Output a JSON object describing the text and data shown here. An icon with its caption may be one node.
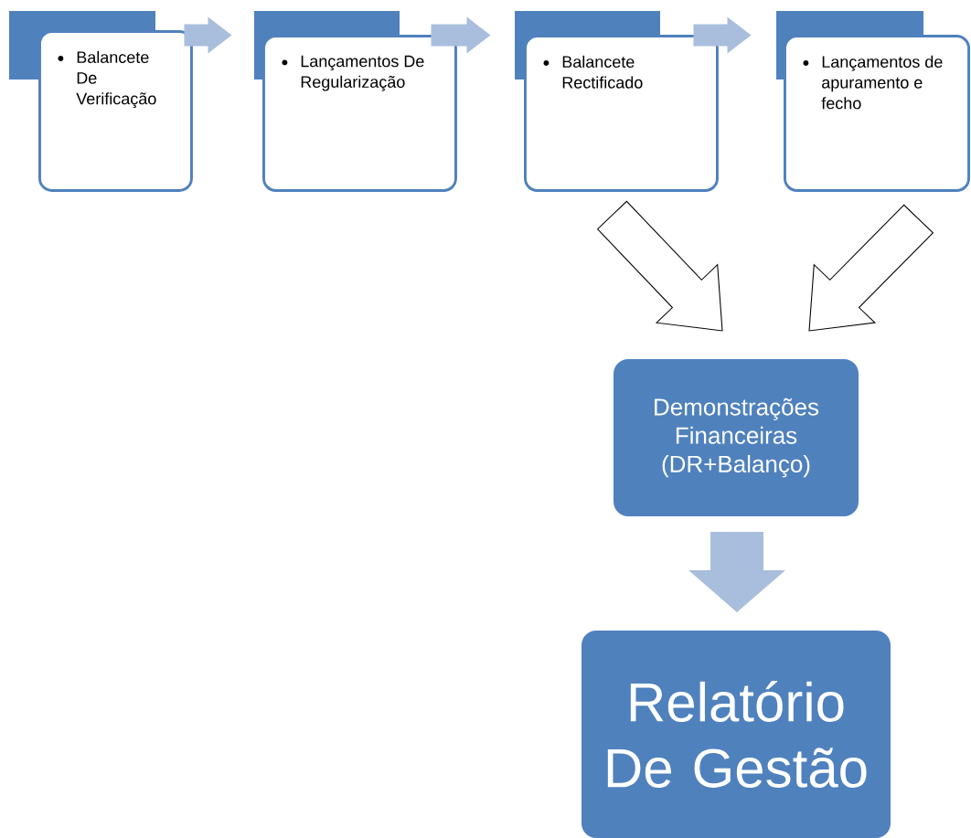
{
  "diagram": {
    "nodes": [
      {
        "text": [
          "Balancete De Verificação"
        ]
      },
      {
        "text": [
          "Lançamentos De Regularização"
        ]
      },
      {
        "text": [
          "Balancete Rectificado"
        ]
      },
      {
        "text": [
          "Lançamentos de apuramento e fecho"
        ]
      },
      {
        "text": [
          "Demonstrações Financeiras (DR+Balanço)"
        ]
      },
      {
        "text": [
          "Relatório De Gestão"
        ]
      }
    ],
    "edges": [
      {
        "from": 0,
        "to": 1,
        "arrow": "to"
      },
      {
        "from": 1,
        "to": 2,
        "arrow": "to"
      },
      {
        "from": 2,
        "to": 3,
        "arrow": "to"
      },
      {
        "from": 2,
        "to": 4,
        "arrow": "to",
        "color": "#ffffff"
      },
      {
        "from": 3,
        "to": 4,
        "arrow": "to",
        "color": "#ffffff"
      },
      {
        "from": 4,
        "to": 5,
        "arrow": "to"
      }
    ]
  }
}
